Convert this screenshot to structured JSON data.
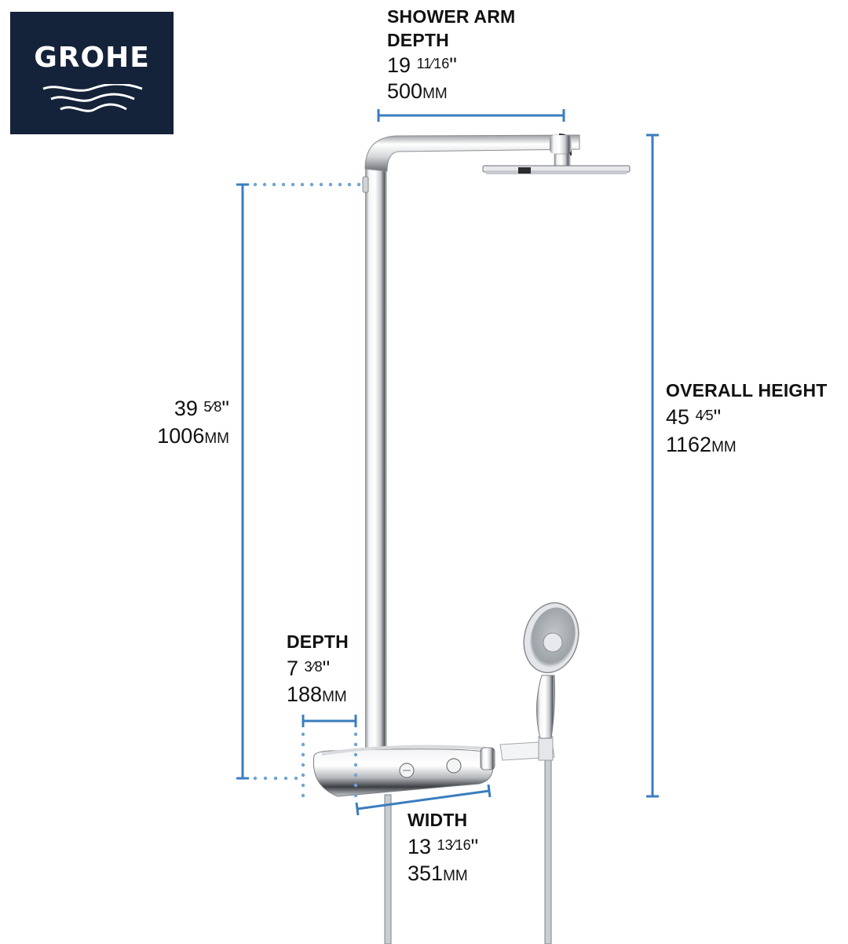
{
  "brand": {
    "name": "GROHE",
    "logo_bg_color": "#14223a",
    "logo_fg_color": "#ffffff"
  },
  "colors": {
    "dimension_line": "#3a7dbf",
    "dotted_guide": "#6fa3d3",
    "text": "#111111"
  },
  "dimensions": {
    "shower_arm_depth": {
      "title_line1": "SHOWER ARM",
      "title_line2": "DEPTH",
      "inches_whole": "19",
      "inches_frac": "11⁄16",
      "inches_mark": "\"",
      "mm_value": "500",
      "mm_unit": "MM"
    },
    "rail_height": {
      "inches_whole": "39",
      "inches_frac": "5⁄8",
      "inches_mark": "\"",
      "mm_value": "1006",
      "mm_unit": "MM"
    },
    "overall_height": {
      "title": "OVERALL HEIGHT",
      "inches_whole": "45",
      "inches_frac": "4⁄5",
      "inches_mark": "\"",
      "mm_value": "1162",
      "mm_unit": "MM"
    },
    "depth": {
      "title": "DEPTH",
      "inches_whole": "7",
      "inches_frac": "3⁄8",
      "inches_mark": "\"",
      "mm_value": "188",
      "mm_unit": "MM"
    },
    "width": {
      "title": "WIDTH",
      "inches_whole": "13",
      "inches_frac": "13⁄16",
      "inches_mark": "\"",
      "mm_value": "351",
      "mm_unit": "MM"
    }
  },
  "product": {
    "components": [
      "overhead-shower-head",
      "shower-arm",
      "riser-rail",
      "thermostat-shelf",
      "hand-shower",
      "hand-shower-holder",
      "shower-hose"
    ]
  }
}
